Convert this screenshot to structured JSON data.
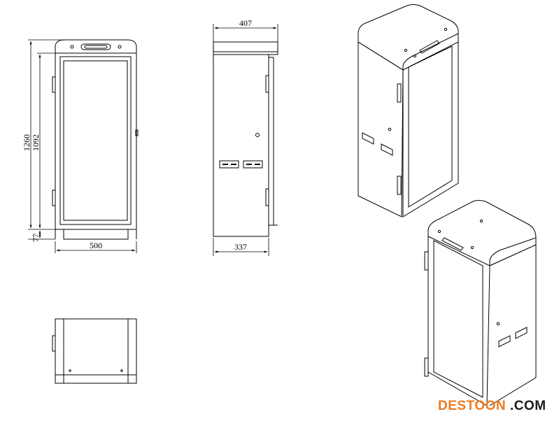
{
  "drawing": {
    "front_view": {
      "height_total": "1260",
      "height_door": "1092",
      "base_height": "77",
      "width": "500"
    },
    "side_view": {
      "top_depth": "407",
      "bottom_depth": "337"
    }
  },
  "watermark": {
    "part1": "DESTOON",
    "part2": ".COM",
    "color1": "#f07a1e",
    "color2": "#1a1a1a"
  }
}
